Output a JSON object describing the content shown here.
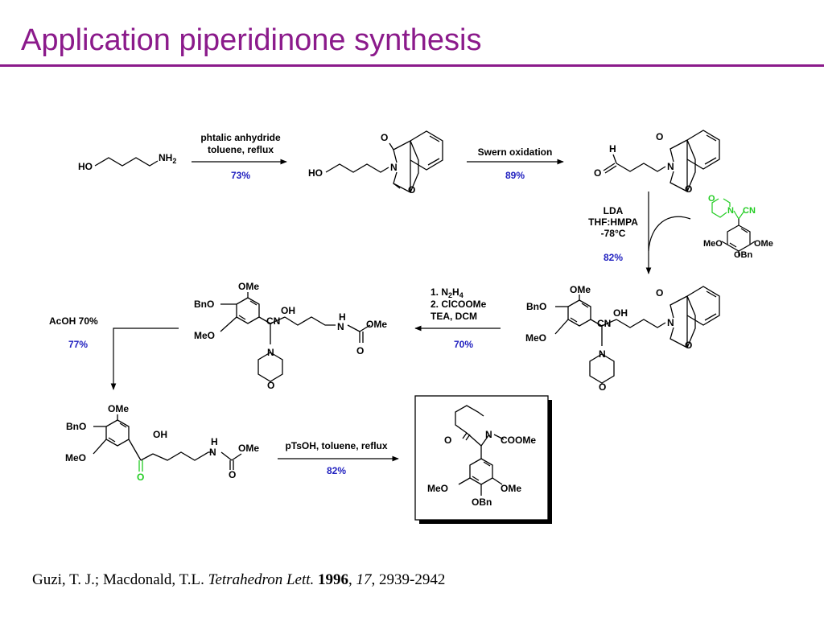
{
  "slide": {
    "title": "Application piperidinone synthesis"
  },
  "colors": {
    "title": "#8b1a8b",
    "yield": "#1f1fbf",
    "reagent_highlight": "#22cc22",
    "ink": "#000000"
  },
  "step1": {
    "sm_ho": "HO",
    "sm_nh": "NH",
    "sub2": "2",
    "reagent_line1": "phtalic anhydride",
    "reagent_line2": "toluene, reflux",
    "yield": "73%"
  },
  "step2": {
    "ho": "HO",
    "n": "N",
    "o_top": "O",
    "o_bot": "O",
    "reagent": "Swern oxidation",
    "yield": "89%"
  },
  "step3": {
    "h": "H",
    "o": "O",
    "n": "N",
    "o_top": "O",
    "o_bot": "O",
    "reagent_line1": "LDA",
    "reagent_line2": "THF:HMPA",
    "reagent_line3": "-78°C",
    "yield": "82%",
    "aminonitrile": {
      "o": "O",
      "n": "N",
      "cn": "CN",
      "meo": "MeO",
      "ome": "OMe",
      "obn": "OBn"
    }
  },
  "step4": {
    "ome": "OMe",
    "bno": "BnO",
    "meo": "MeO",
    "cn": "CN",
    "oh": "OH",
    "morph_n": "N",
    "morph_o": "O",
    "n": "N",
    "o_top": "O",
    "o_bot": "O",
    "reagent_line1_a": "1. N",
    "reagent_line1_b": "H",
    "sub2": "2",
    "sub4": "4",
    "reagent_line2": "2. ClCOOMe",
    "reagent_line3": "TEA, DCM",
    "yield": "70%"
  },
  "step5": {
    "ome": "OMe",
    "bno": "BnO",
    "meo": "MeO",
    "cn": "CN",
    "oh": "OH",
    "morph_n": "N",
    "morph_o": "O",
    "nh_h": "H",
    "nh_n": "N",
    "carb_ome": "OMe",
    "carb_o": "O",
    "reagent": "AcOH 70%",
    "yield": "77%"
  },
  "step6": {
    "ome": "OMe",
    "bno": "BnO",
    "meo": "MeO",
    "oh": "OH",
    "ketone_o": "O",
    "nh_h": "H",
    "nh_n": "N",
    "carb_ome": "OMe",
    "carb_o": "O",
    "reagent": "pTsOH, toluene, reflux",
    "yield": "82%"
  },
  "product": {
    "o": "O",
    "n": "N",
    "coome": "COOMe",
    "meo": "MeO",
    "ome": "OMe",
    "obn": "OBn"
  },
  "citation": {
    "authors": "Guzi, T. J.; Macdonald, T.L. ",
    "journal": "Tetrahedron Lett.",
    "sep1": " ",
    "year": "1996",
    "sep2": ", ",
    "volume": "17",
    "pages": ", 2939-2942"
  }
}
